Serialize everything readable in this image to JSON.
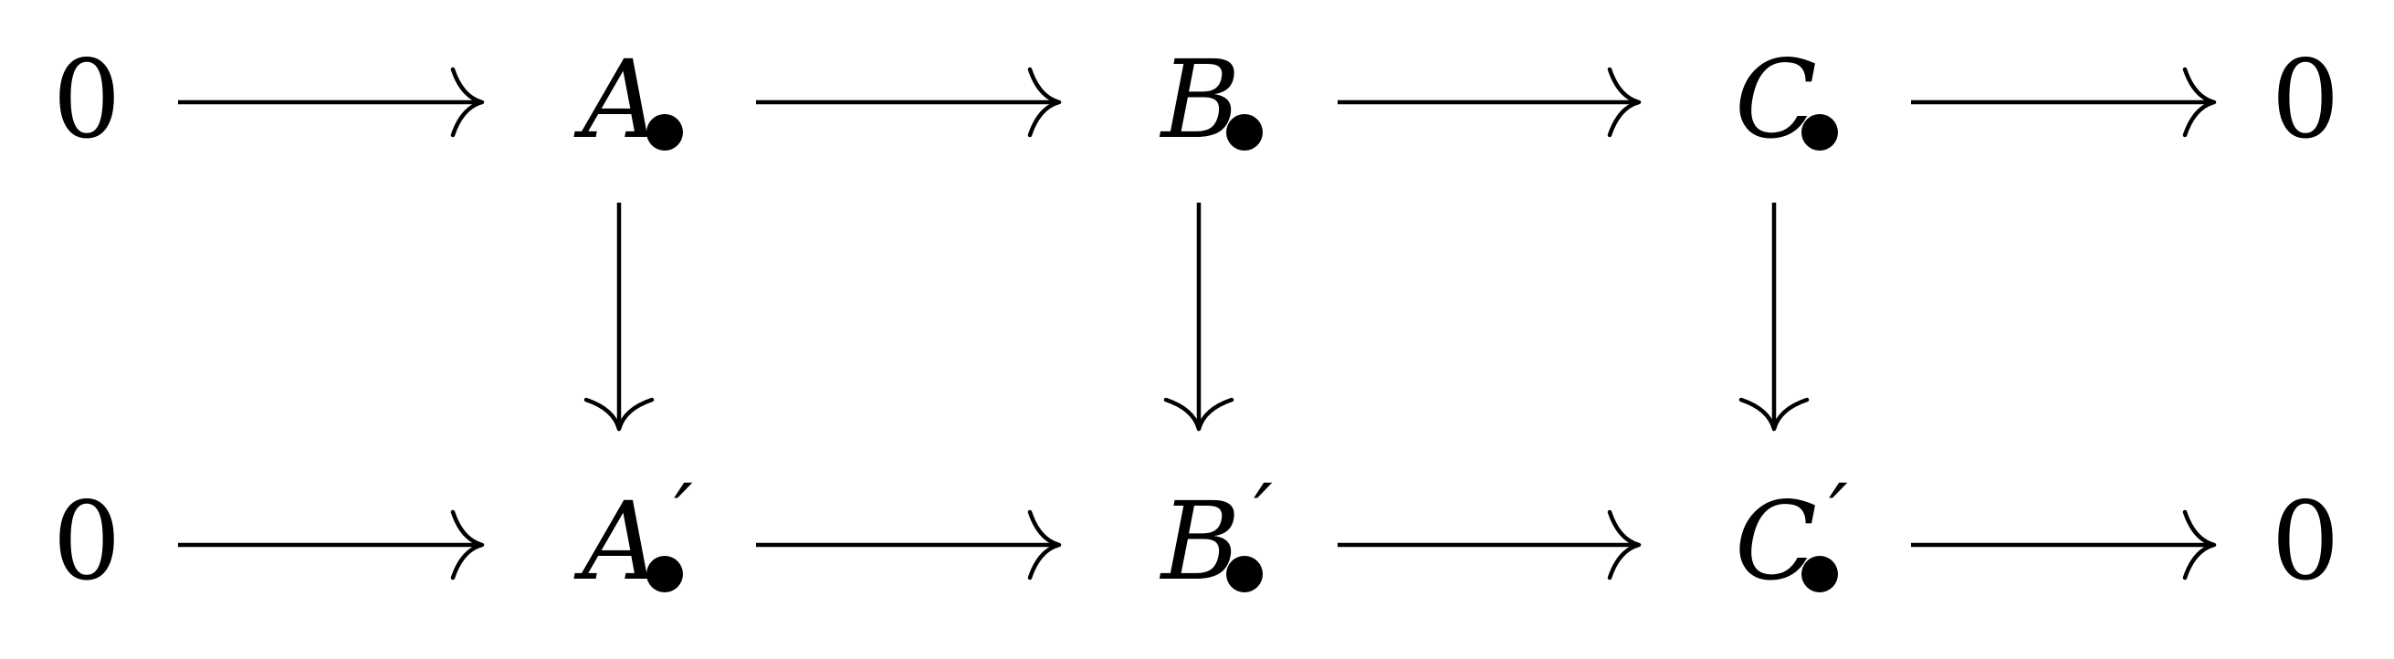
{
  "diagram": {
    "top_row": [
      {
        "base": "0",
        "italic": false,
        "prime": "",
        "dot": false
      },
      {
        "base": "A",
        "italic": true,
        "prime": "",
        "dot": true
      },
      {
        "base": "B",
        "italic": true,
        "prime": "",
        "dot": true
      },
      {
        "base": "C",
        "italic": true,
        "prime": "",
        "dot": true
      },
      {
        "base": "0",
        "italic": false,
        "prime": "",
        "dot": false
      }
    ],
    "bottom_row": [
      {
        "base": "0",
        "italic": false,
        "prime": "",
        "dot": false
      },
      {
        "base": "A",
        "italic": true,
        "prime": "′",
        "dot": true
      },
      {
        "base": "B",
        "italic": true,
        "prime": "′",
        "dot": true
      },
      {
        "base": "C",
        "italic": true,
        "prime": "′",
        "dot": true
      },
      {
        "base": "0",
        "italic": false,
        "prime": "",
        "dot": false
      }
    ],
    "horizontal_arrows": [
      {
        "row": "top",
        "from": 0,
        "to": 1
      },
      {
        "row": "top",
        "from": 1,
        "to": 2
      },
      {
        "row": "top",
        "from": 2,
        "to": 3
      },
      {
        "row": "top",
        "from": 3,
        "to": 4
      },
      {
        "row": "bottom",
        "from": 0,
        "to": 1
      },
      {
        "row": "bottom",
        "from": 1,
        "to": 2
      },
      {
        "row": "bottom",
        "from": 2,
        "to": 3
      },
      {
        "row": "bottom",
        "from": 3,
        "to": 4
      }
    ],
    "vertical_arrows": [
      {
        "column": 1
      },
      {
        "column": 2
      },
      {
        "column": 3
      }
    ]
  }
}
